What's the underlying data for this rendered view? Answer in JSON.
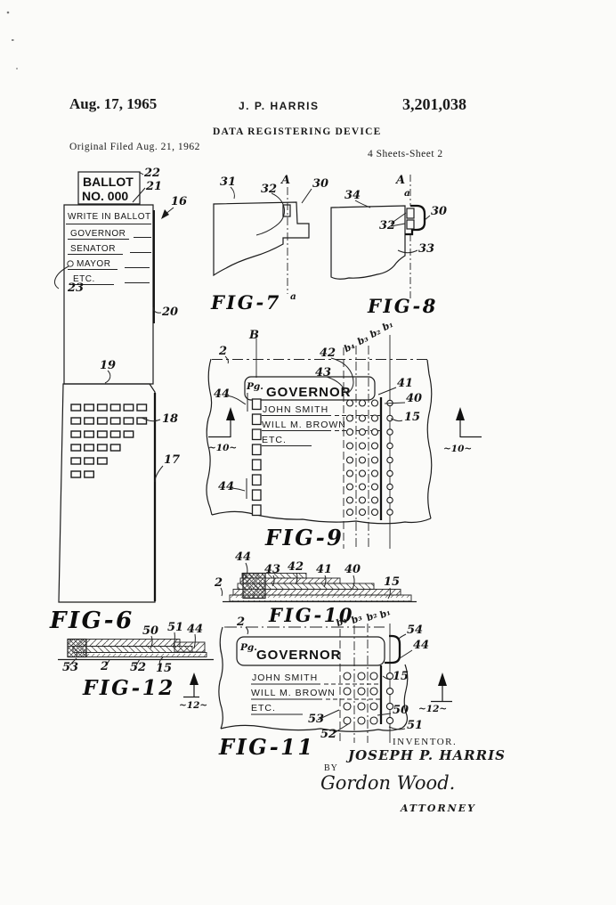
{
  "page": {
    "header": {
      "date": "Aug. 17, 1965",
      "author": "J. P. HARRIS",
      "patent_number": "3,201,038",
      "doc_title": "DATA REGISTERING DEVICE",
      "filed_line": "Original Filed Aug. 21, 1962",
      "sheet_line": "4 Sheets-Sheet 2"
    },
    "fig6": {
      "caption": "FIG-6",
      "stub_line1": "BALLOT",
      "stub_line2": "NO. 000",
      "row_labels": [
        "WRITE IN BALLOT",
        "GOVERNOR",
        "SENATOR",
        "MAYOR",
        "ETC."
      ],
      "punch_rows": [
        6,
        6,
        5,
        4,
        3,
        2
      ],
      "refs": {
        "r22": "22",
        "r21": "21",
        "r16": "16",
        "r23": "23",
        "r20": "20",
        "r19": "19",
        "r18": "18",
        "r17": "17"
      }
    },
    "fig7": {
      "caption": "FIG-7",
      "refs": {
        "r31": "31",
        "r32": "32",
        "rA": "A",
        "r30": "30",
        "ra": "a"
      }
    },
    "fig8": {
      "caption": "FIG-8",
      "refs": {
        "r34": "34",
        "rA": "A",
        "ra": "a",
        "r32": "32",
        "r30": "30",
        "r33": "33"
      }
    },
    "fig9": {
      "caption": "FIG-9",
      "panel_prefix": "Pg.",
      "panel_title": "GOVERNOR",
      "row_labels": [
        "JOHN SMITH",
        "WILL M. BROWN",
        "ETC."
      ],
      "grid": {
        "circle_rows": 9,
        "circle_cols": 3,
        "right_col_rows": 9,
        "left_slot_count": 8
      },
      "refs": {
        "r2": "2",
        "rB": "B",
        "r42": "42",
        "r43": "43",
        "rb4": "b₄",
        "rb3": "b₃",
        "rb2": "b₂",
        "rb1": "b₁",
        "r41": "41",
        "r40": "40",
        "r44_top": "44",
        "r44_bottom": "44",
        "r15": "15",
        "section_mark": "~10~"
      }
    },
    "fig10": {
      "caption": "FIG-10",
      "refs": {
        "r44": "44",
        "r43": "43",
        "r42": "42",
        "r41": "41",
        "r40": "40",
        "r15": "15",
        "r2": "2"
      }
    },
    "fig11": {
      "caption": "FIG-11",
      "panel_prefix": "Pg.",
      "panel_title": "GOVERNOR",
      "row_labels": [
        "JOHN SMITH",
        "WILL M. BROWN",
        "ETC."
      ],
      "grid": {
        "circle_rows": 4,
        "circle_cols": 3,
        "right_col_rows": 4
      },
      "refs": {
        "r2": "2",
        "rb4": "b₄",
        "rb3": "b₃",
        "rb2": "b₂",
        "rb1": "b₁",
        "r54": "54",
        "r44": "44",
        "r15": "15",
        "r50": "50",
        "r51": "51",
        "r52": "52",
        "r53": "53",
        "section_mark": "~12~"
      }
    },
    "fig12": {
      "caption": "FIG-12",
      "refs": {
        "r50": "50",
        "r51": "51",
        "r44": "44",
        "r53": "53",
        "r2": "2",
        "r52": "52",
        "r15": "15",
        "section_mark": "~12~"
      }
    },
    "signature": {
      "inventor_label": "INVENTOR.",
      "inventor_name": "JOSEPH P. HARRIS",
      "by_label": "BY",
      "signature_name": "Gordon Wood.",
      "attorney_label": "ATTORNEY"
    }
  }
}
